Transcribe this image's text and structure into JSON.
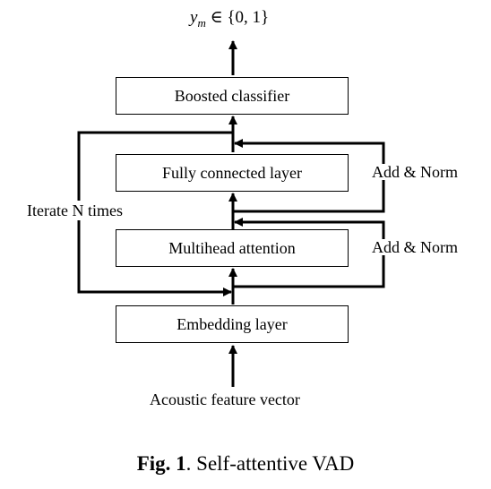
{
  "output": {
    "variable": "y",
    "subscript": "m",
    "set": "∈ {0, 1}"
  },
  "boxes": {
    "boosted_classifier": "Boosted classifier",
    "fully_connected": "Fully connected layer",
    "multihead_attention": "Multihead attention",
    "embedding": "Embedding layer"
  },
  "labels": {
    "add_norm_top": "Add & Norm",
    "add_norm_bottom": "Add & Norm",
    "iterate": "Iterate N times",
    "input": "Acoustic feature vector"
  },
  "caption": {
    "fig": "Fig. 1",
    "text": ". Self-attentive VAD"
  }
}
